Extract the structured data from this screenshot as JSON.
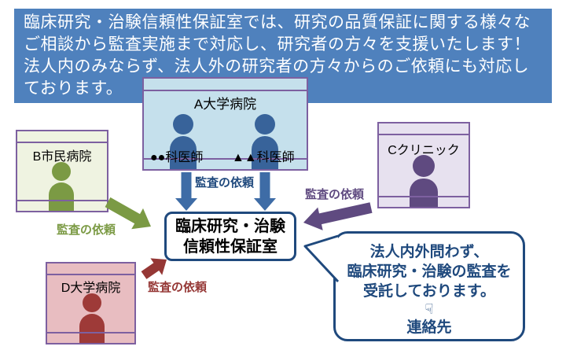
{
  "banner": {
    "lines": [
      "臨床研究・治験信頼性保証室では、研究の品質保証に関する様々な",
      "ご相談から監査実施まで対応し、研究者の方々を支援いたします！",
      "法人内のみならず、法人外の研究者の方々からのご依頼にも対応し",
      "ております。"
    ]
  },
  "hospitals": {
    "a": {
      "name": "A大学病院",
      "doctor_left": "●●科医師",
      "doctor_right": "▲▲科医師"
    },
    "b": {
      "name": "B市民病院"
    },
    "c": {
      "name": "Cクリニック"
    },
    "d": {
      "name": "D大学病院"
    }
  },
  "office_box": {
    "line1": "臨床研究・治験",
    "line2": "信頼性保証室"
  },
  "audit_label": "監査の依頼",
  "bubble": {
    "lines": [
      "法人内外問わず、",
      "臨床研究・治験の監査を",
      "受託しております。"
    ],
    "hand_icon": "☟",
    "contact": "連絡先"
  },
  "colors": {
    "banner_bg": "#4f81bd",
    "banner_text": "#ffffff",
    "window_border": "#7d60a0",
    "dark_blue": "#1f497d",
    "person_blue": "#38639a",
    "fill_light_blue": "#c5e0ec",
    "person_green": "#7b9a44",
    "fill_light_green": "#eff3e1",
    "person_purple": "#5f4a80",
    "fill_light_purple": "#e7e1ef",
    "person_red": "#9e3a38",
    "arrow_red": "#953735",
    "fill_light_red": "#e8bdc1"
  }
}
